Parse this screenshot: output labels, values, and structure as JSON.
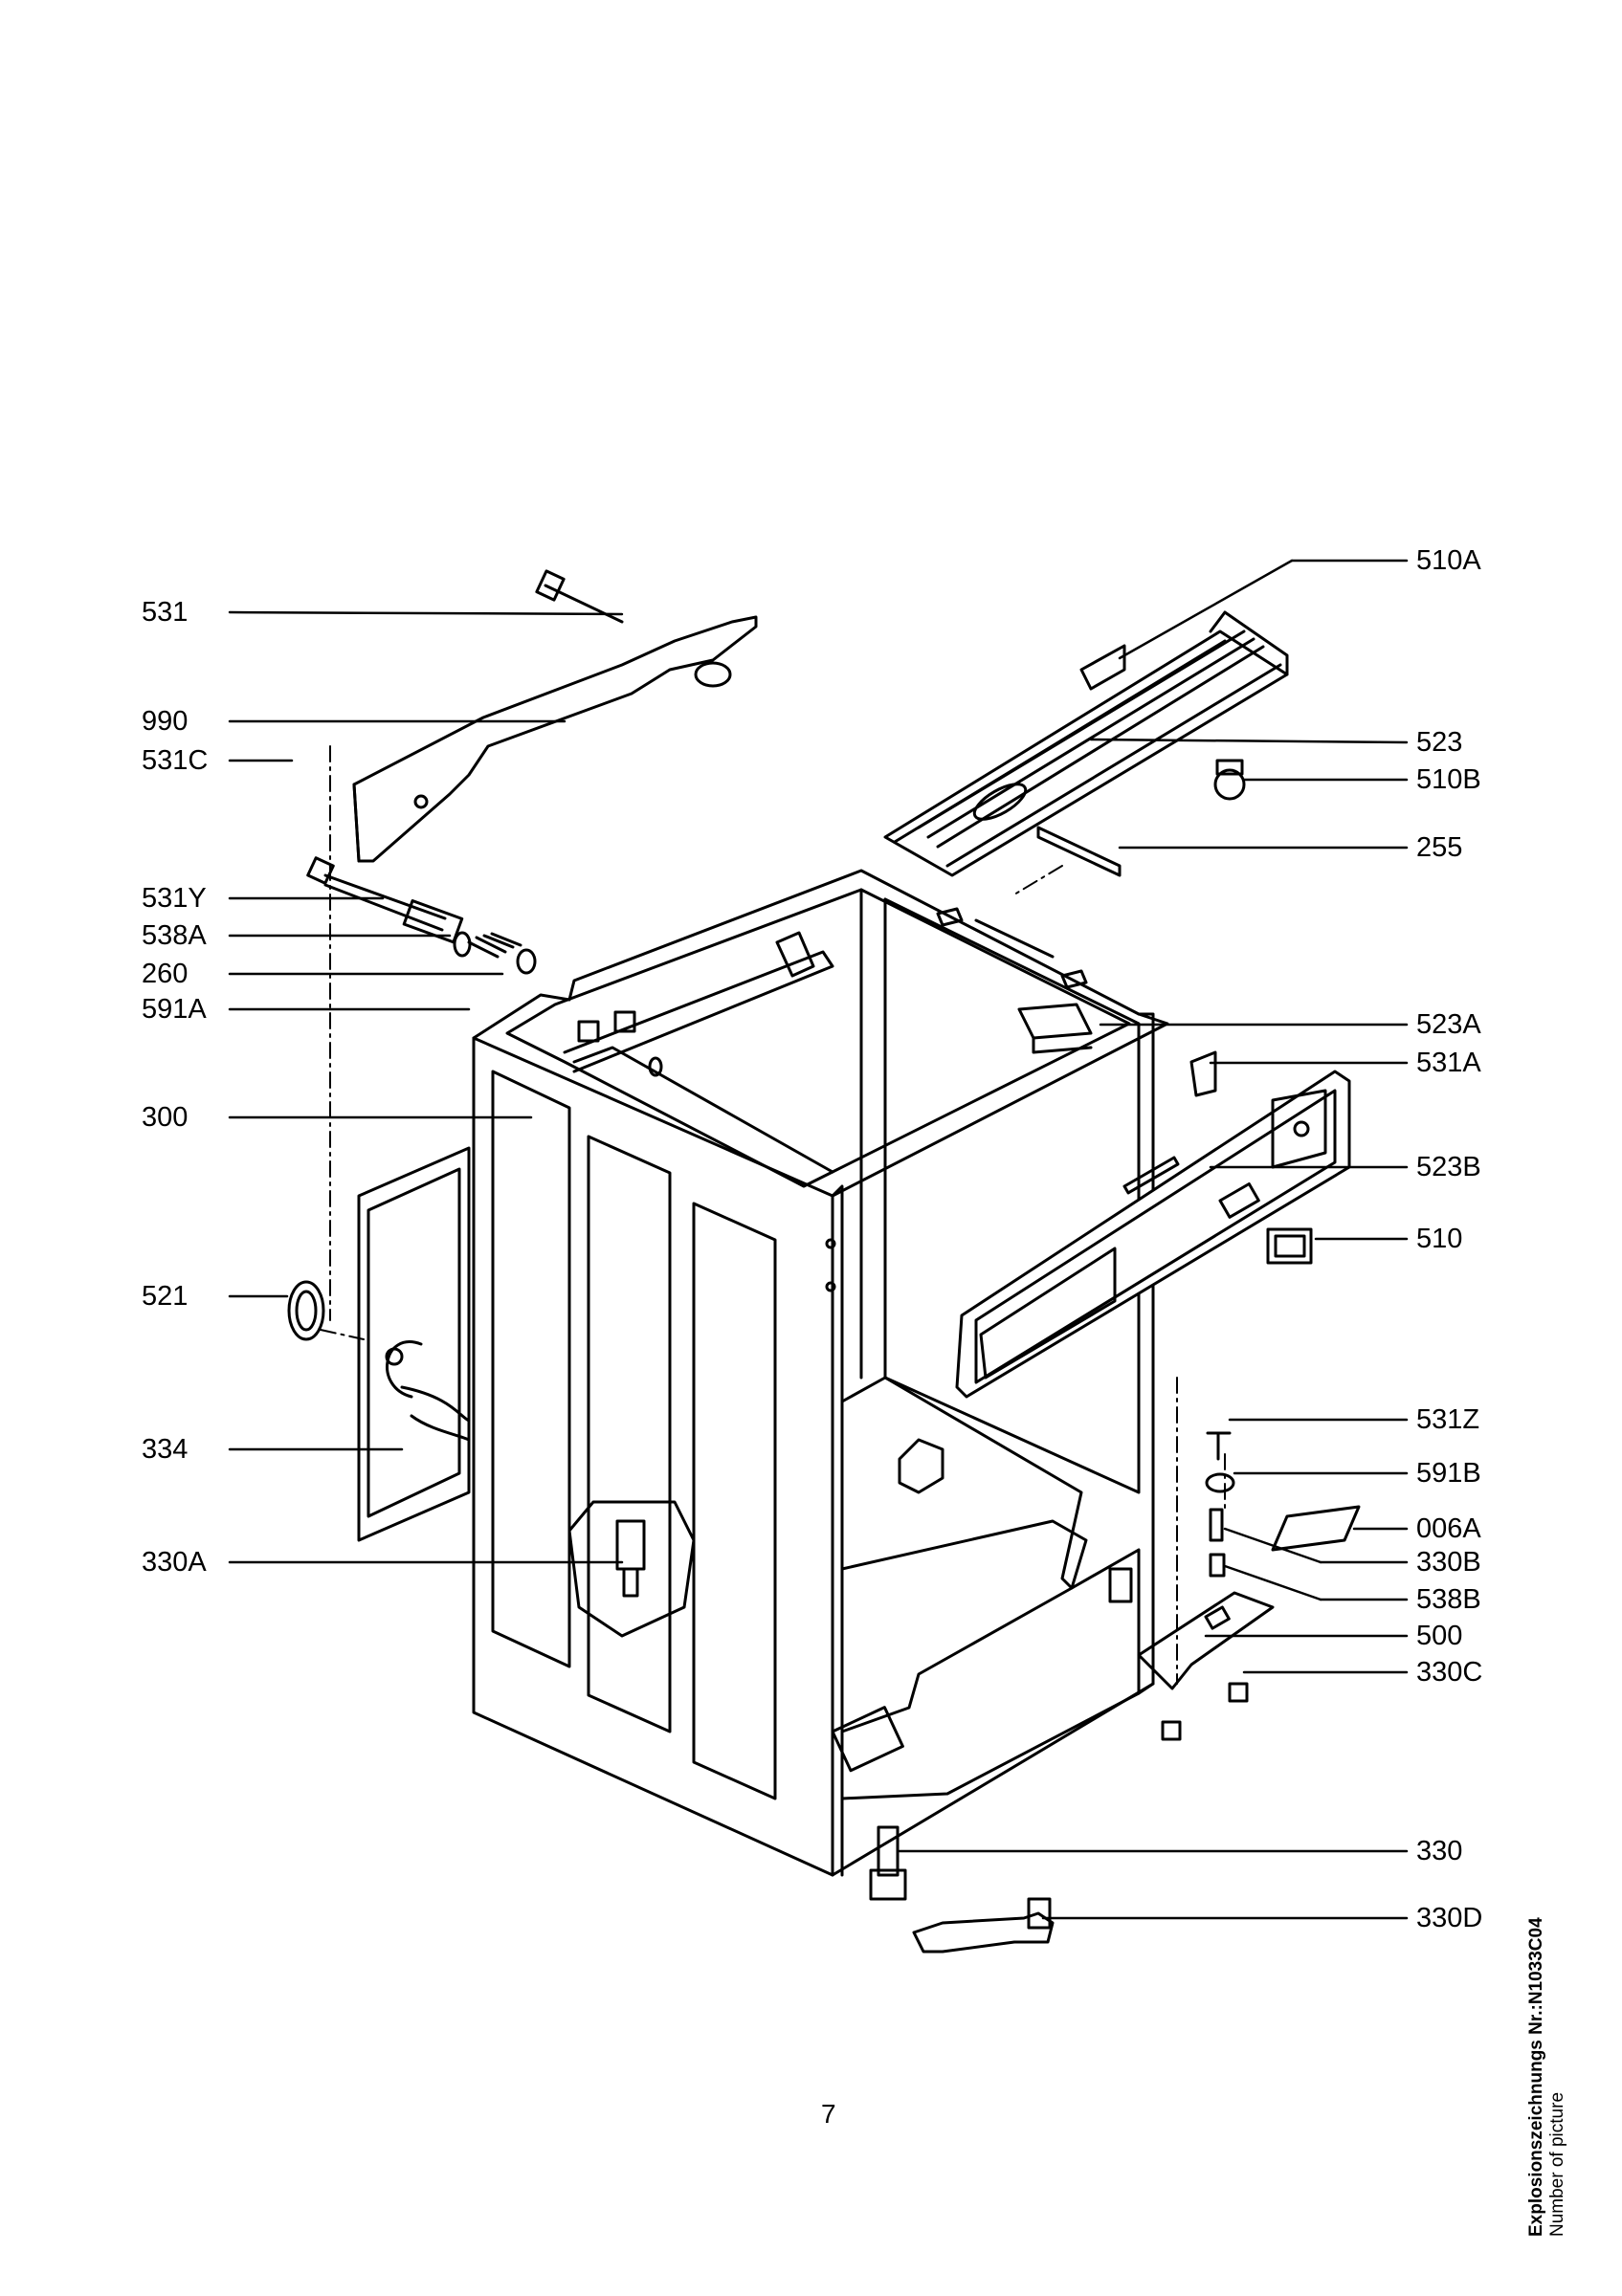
{
  "labels_left": [
    "531",
    "990",
    "531C",
    "531Y",
    "538A",
    "260",
    "591A",
    "300",
    "521",
    "334",
    "330A"
  ],
  "labels_right": [
    "510A",
    "523",
    "510B",
    "255",
    "523A",
    "531A",
    "523B",
    "510",
    "531Z",
    "591B",
    "006A",
    "330B",
    "538B",
    "500",
    "330C",
    "330",
    "330D"
  ],
  "page_number": "7",
  "side_text": {
    "line1": "Explosionszeichnungs Nr.:N1033C04",
    "line2": "Number of picture"
  }
}
